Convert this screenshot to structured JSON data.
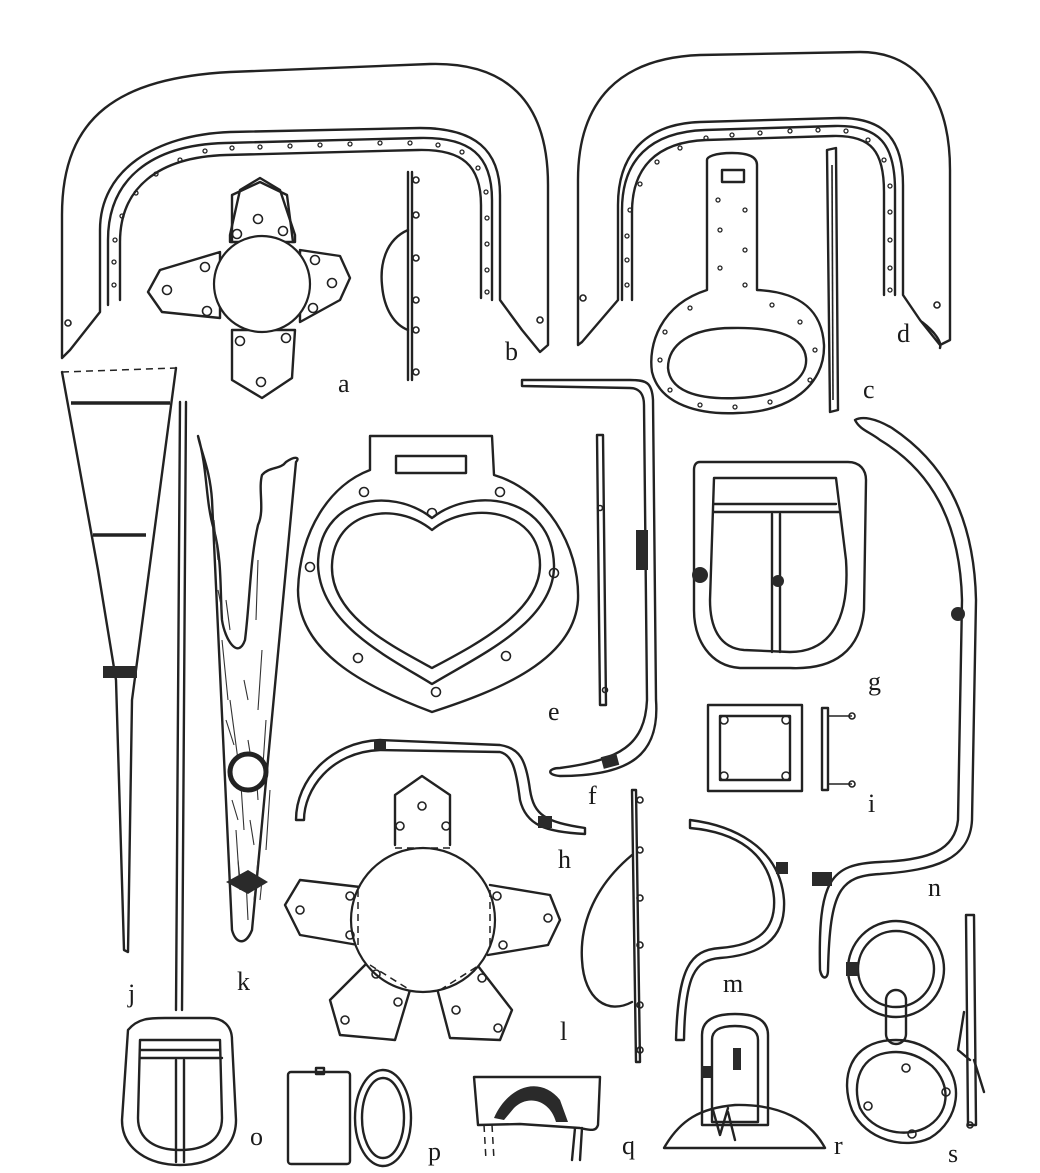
{
  "plate": {
    "labels": {
      "a": "a",
      "b": "b",
      "c": "c",
      "d": "d",
      "e": "e",
      "f": "f",
      "g": "g",
      "h": "h",
      "i": "i",
      "j": "j",
      "k": "k",
      "l": "l",
      "m": "m",
      "n": "n",
      "o": "o",
      "p": "p",
      "q": "q",
      "r": "r",
      "s": "s"
    }
  }
}
